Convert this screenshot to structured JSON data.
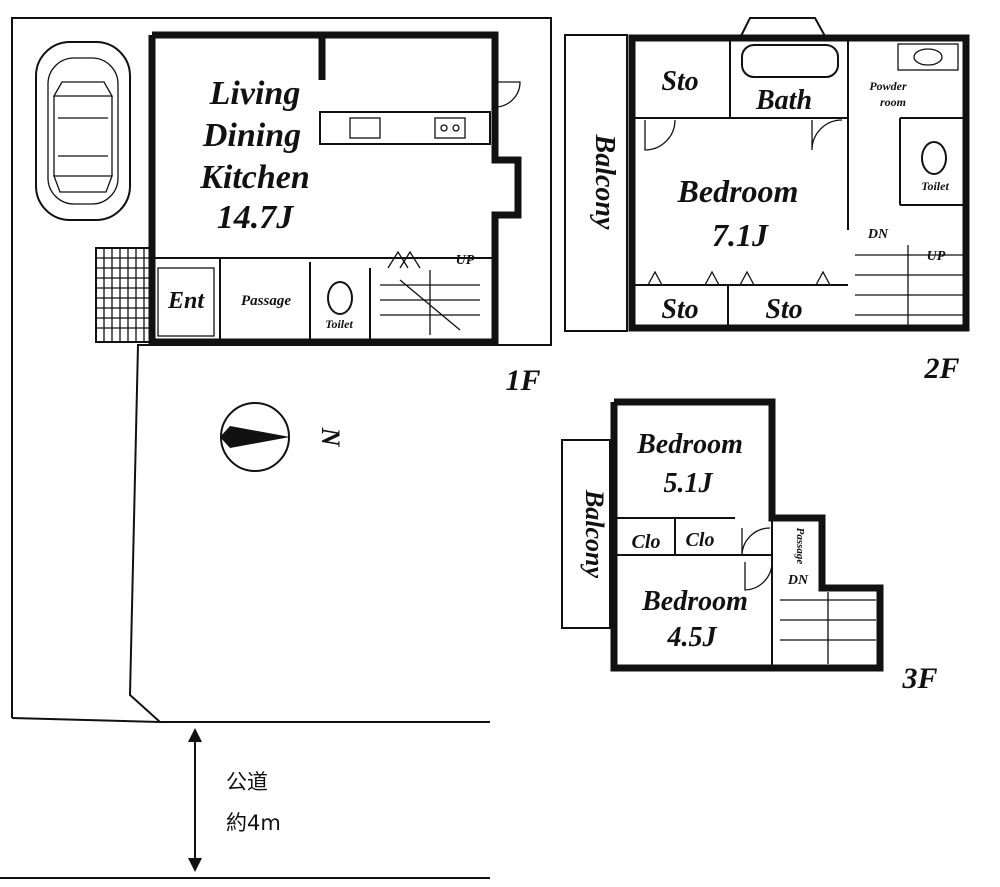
{
  "floors": {
    "f1": {
      "label": "1F",
      "rooms": {
        "ldk_line1": "Living",
        "ldk_line2": "Dining",
        "ldk_line3": "Kitchen",
        "ldk_size": "14.7J",
        "entrance": "Ent",
        "passage": "Passage",
        "toilet": "Toilet",
        "stairs": "UP"
      }
    },
    "f2": {
      "label": "2F",
      "rooms": {
        "balcony": "Balcony",
        "storage_top": "Sto",
        "bath": "Bath",
        "powder_line1": "Powder",
        "powder_line2": "room",
        "bedroom": "Bedroom",
        "bedroom_size": "7.1J",
        "storage_bottom_left": "Sto",
        "storage_bottom_right": "Sto",
        "toilet": "Toilet",
        "stairs_down": "DN",
        "stairs_up": "UP"
      }
    },
    "f3": {
      "label": "3F",
      "rooms": {
        "balcony": "Balcony",
        "bedroom_a": "Bedroom",
        "bedroom_a_size": "5.1J",
        "closet_1": "Clo",
        "closet_2": "Clo",
        "passage": "Passage",
        "stairs_down": "DN",
        "bedroom_b": "Bedroom",
        "bedroom_b_size": "4.5J"
      }
    }
  },
  "compass": {
    "north_label": "N"
  },
  "road": {
    "line1": "公道",
    "line2": "約4m"
  }
}
